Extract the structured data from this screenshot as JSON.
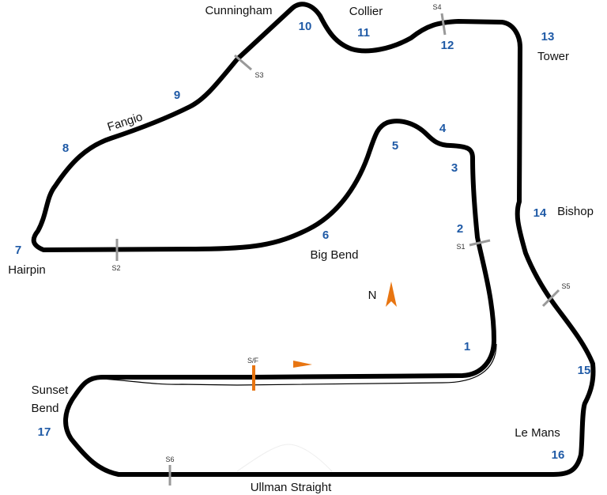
{
  "colors": {
    "track": "#000000",
    "turn_number": "#1f5aa6",
    "sector_marker": "#999999",
    "accent": "#e87511"
  },
  "turns": [
    {
      "number": "1",
      "name": ""
    },
    {
      "number": "2",
      "name": ""
    },
    {
      "number": "3",
      "name": ""
    },
    {
      "number": "4",
      "name": ""
    },
    {
      "number": "5",
      "name": ""
    },
    {
      "number": "6",
      "name": "Big Bend"
    },
    {
      "number": "7",
      "name": "Hairpin"
    },
    {
      "number": "8",
      "name": ""
    },
    {
      "number": "9",
      "name": "Fangio"
    },
    {
      "number": "10",
      "name": "Cunningham"
    },
    {
      "number": "11",
      "name": "Collier"
    },
    {
      "number": "12",
      "name": ""
    },
    {
      "number": "13",
      "name": "Tower"
    },
    {
      "number": "14",
      "name": "Bishop"
    },
    {
      "number": "15",
      "name": ""
    },
    {
      "number": "16",
      "name": "Le Mans"
    },
    {
      "number": "17",
      "name": "Sunset Bend"
    }
  ],
  "labels": {
    "sunset": "Sunset",
    "bend": "Bend",
    "ullman": "Ullman Straight",
    "north": "N",
    "start_finish": "S/F"
  },
  "sectors": [
    "S1",
    "S2",
    "S3",
    "S4",
    "S5",
    "S6"
  ],
  "icons": {
    "north_arrow": "arrow-up",
    "direction": "triangle-right"
  }
}
